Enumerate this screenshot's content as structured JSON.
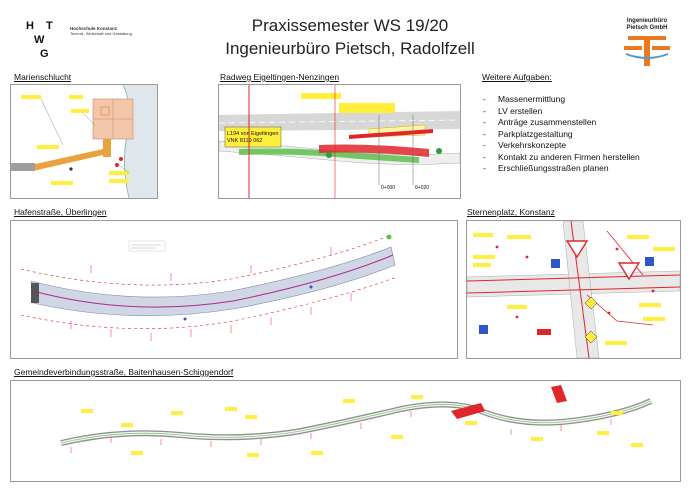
{
  "header": {
    "logo_letters": [
      "H",
      "T",
      "W",
      "G"
    ],
    "logo_school": "Hochschule Konstanz",
    "logo_tagline": "Technik, Wirtschaft und Gestaltung",
    "title_line1": "Praxissemester WS 19/20",
    "title_line2": "Ingenieurbüro Pietsch, Radolfzell",
    "company_logo_line1": "Ingenieurbüro",
    "company_logo_line2": "Pietsch GmbH"
  },
  "sections": {
    "marienschlucht": "Marienschlucht",
    "radweg": "Radweg Eigeltingen-Nenzingen",
    "weitere": "Weitere Aufgaben:",
    "hafenstrasse": "Hafenstraße, Überlingen",
    "sternenplatz": "Sternenplatz, Konstanz",
    "gemeinde": "Gemeindeverbindungsstraße, Baitenhausen-Schiggendorf"
  },
  "tasks": [
    "Massenermittlung",
    "LV erstellen",
    "Anträge zusammenstellen",
    "Parkplatzgestaltung",
    "Verkehrskonzepte",
    "Kontakt zu anderen Firmen herstellen",
    "Erschließungsstraßen planen"
  ],
  "radweg_labels": {
    "road": "L194 von Eigeltingen",
    "vnk": "VNK 8119 062",
    "station1": "0+000",
    "station2": "0+020"
  },
  "colors": {
    "accent_orange": "#e9781e",
    "plan_red": "#e0262b",
    "plan_yellow": "#ffef3a",
    "plan_green": "#5cc04b",
    "plan_blue": "#2f55c8"
  }
}
